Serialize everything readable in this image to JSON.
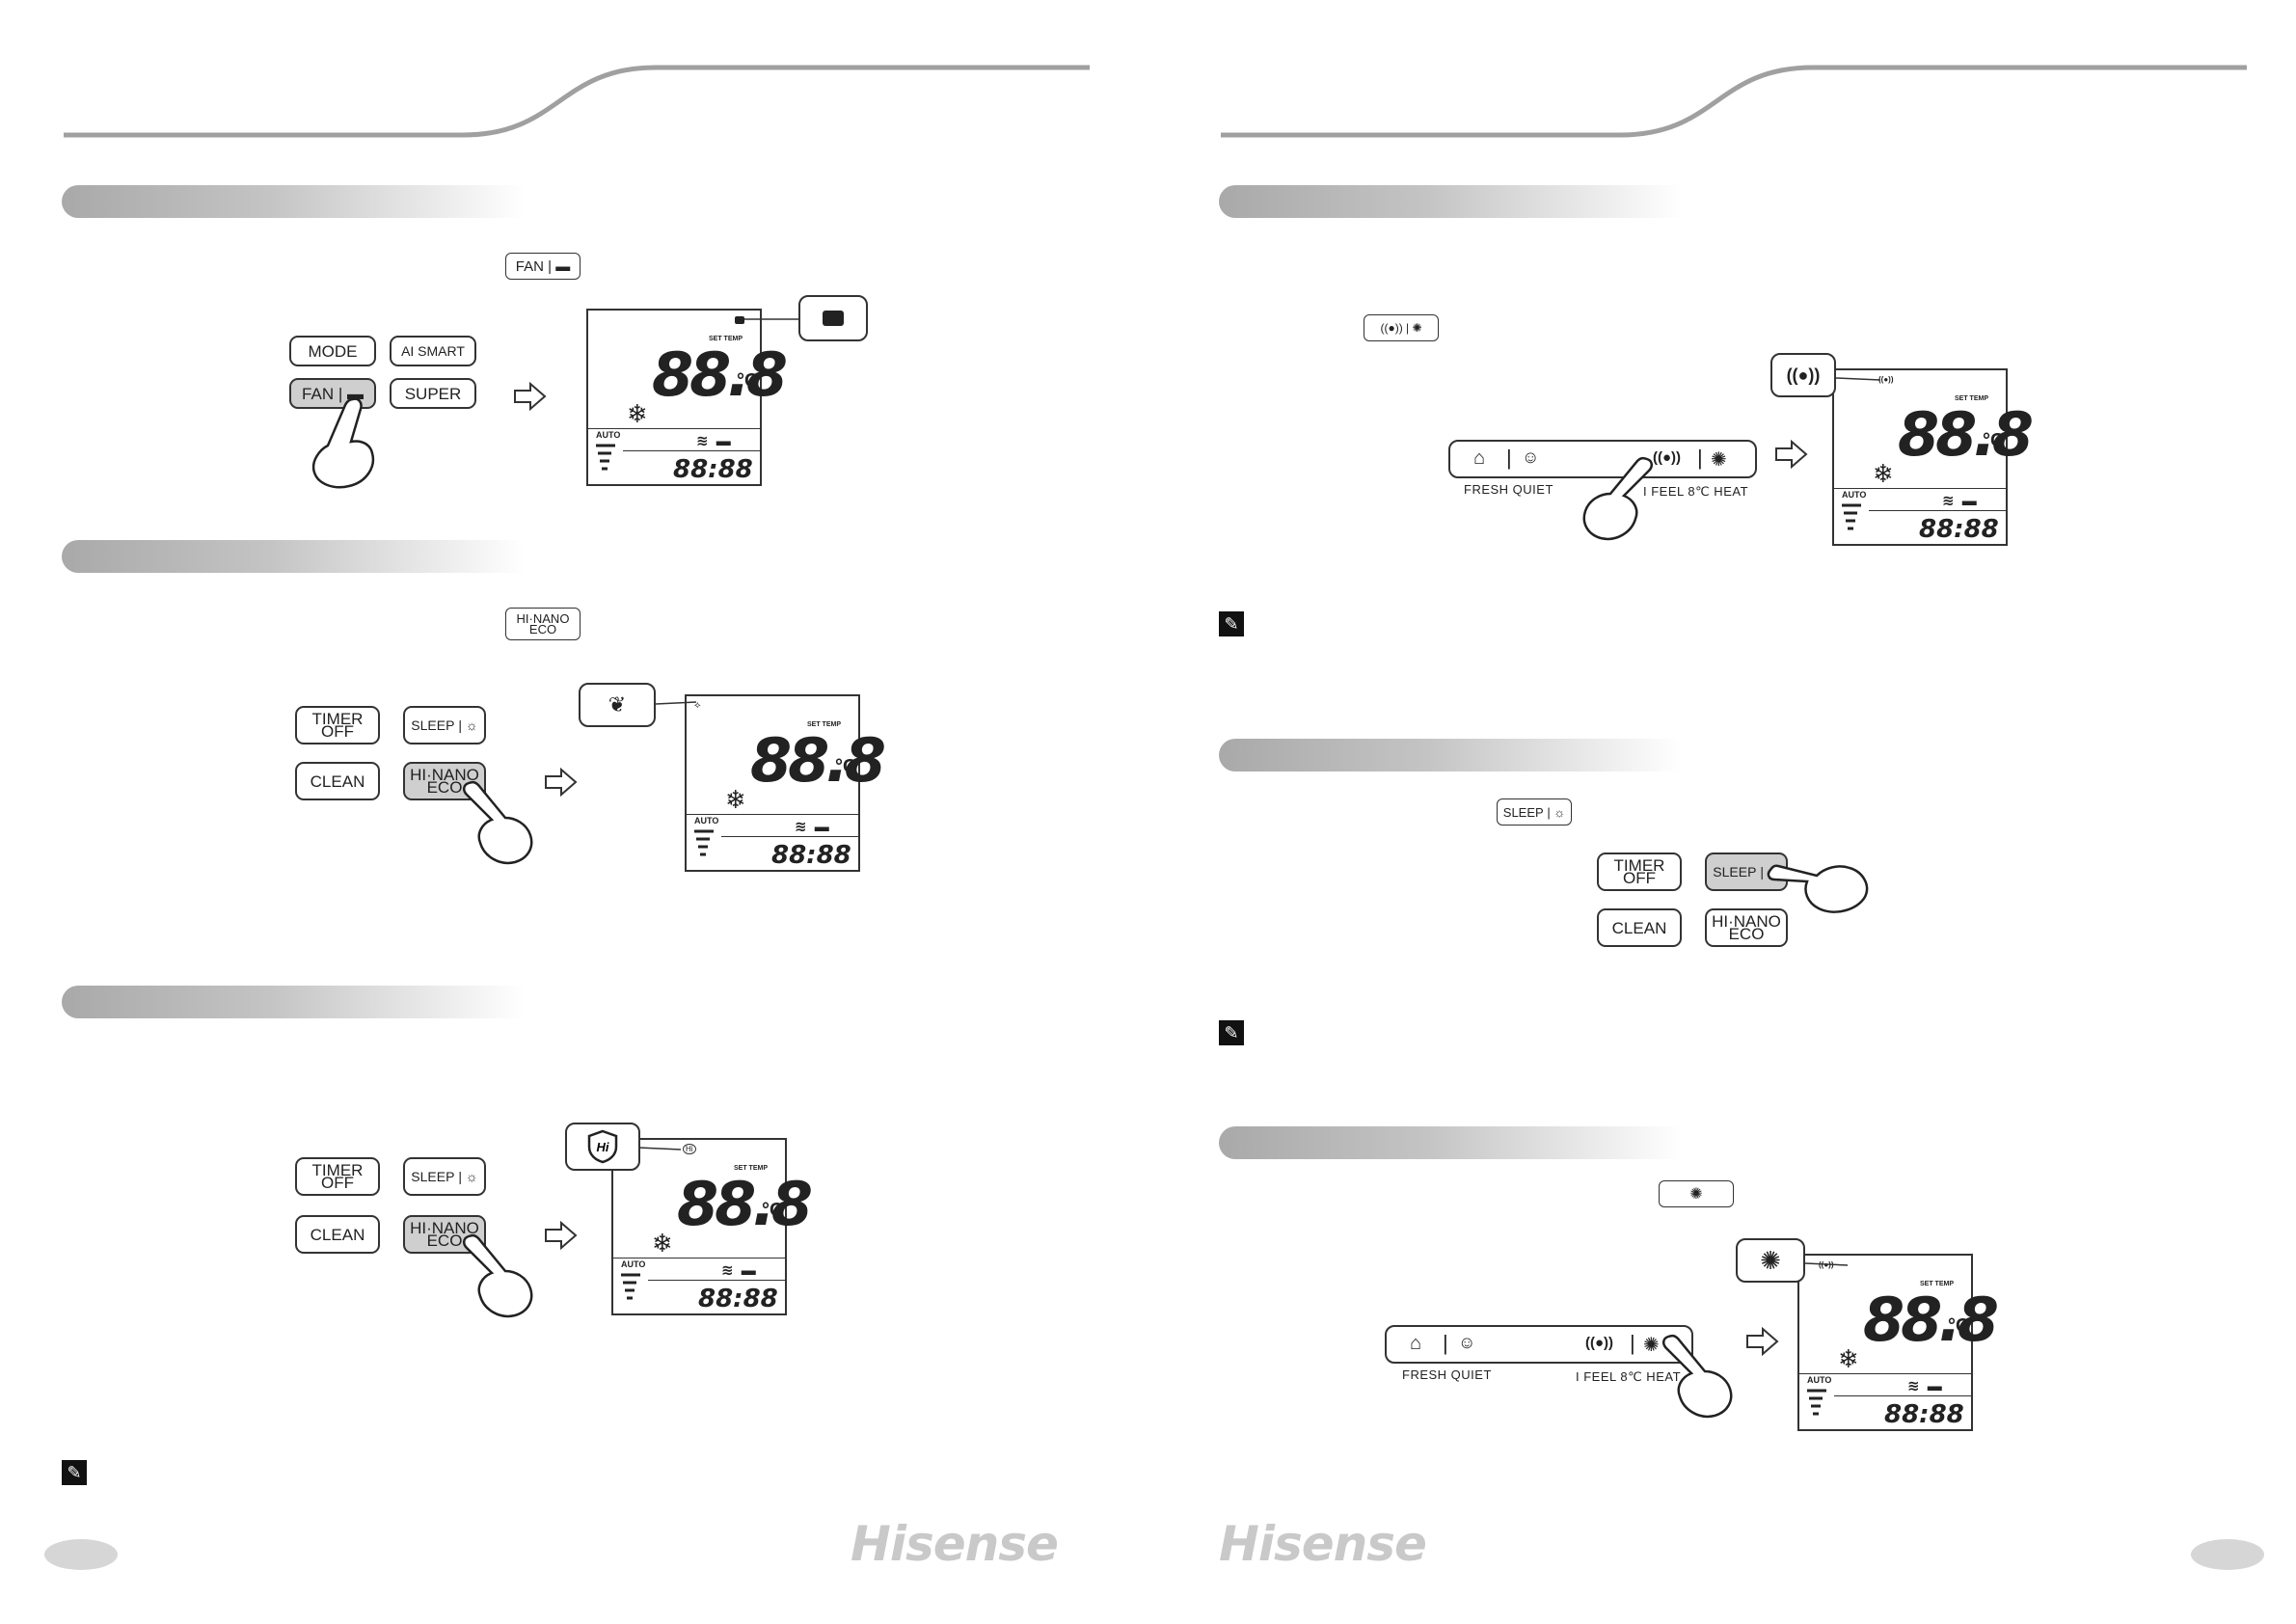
{
  "left": {
    "fan_section": {
      "ref_button": "FAN | ▬",
      "buttons": {
        "mode": "MODE",
        "ai_smart": "AI SMART",
        "fan": "FAN | ▬",
        "super": "SUPER"
      },
      "lcd": {
        "set_temp": "SET TEMP",
        "digits": "88.8",
        "unit": "°C",
        "auto": "AUTO",
        "timer": "88:88"
      }
    },
    "eco_section": {
      "ref_button_top": "HI·NANO",
      "ref_button_bottom": "ECO",
      "buttons": {
        "timer_top": "TIMER",
        "timer_bottom": "OFF",
        "sleep": "SLEEP",
        "clean": "CLEAN",
        "hinano_top": "HI·NANO",
        "hinano_bottom": "ECO"
      },
      "lcd": {
        "set_temp": "SET TEMP",
        "digits": "88.8",
        "unit": "°C",
        "auto": "AUTO",
        "timer": "88:88"
      }
    },
    "hinano_section": {
      "buttons": {
        "timer_top": "TIMER",
        "timer_bottom": "OFF",
        "sleep": "SLEEP",
        "clean": "CLEAN",
        "hinano_top": "HI·NANO",
        "hinano_bottom": "ECO"
      },
      "callout": "Hi",
      "lcd": {
        "set_temp": "SET TEMP",
        "digits": "88.8",
        "unit": "°C",
        "auto": "AUTO",
        "timer": "88:88"
      }
    },
    "logo": "Hisense"
  },
  "right": {
    "ifeel_section": {
      "panel_left_label": "FRESH QUIET",
      "panel_right_label": "I FEEL 8℃ HEAT",
      "lcd": {
        "set_temp": "SET TEMP",
        "digits": "88.8",
        "unit": "°C",
        "auto": "AUTO",
        "timer": "88:88"
      }
    },
    "sleep_section": {
      "ref_button": "SLEEP",
      "buttons": {
        "timer_top": "TIMER",
        "timer_bottom": "OFF",
        "sleep": "SLEEP",
        "clean": "CLEAN",
        "hinano_top": "HI·NANO",
        "hinano_bottom": "ECO"
      }
    },
    "heat8_section": {
      "panel_left_label": "FRESH QUIET",
      "panel_right_label": "I FEEL 8℃ HEAT",
      "lcd": {
        "set_temp": "SET TEMP",
        "digits": "88.8",
        "unit": "°C",
        "auto": "AUTO",
        "timer": "88:88"
      }
    },
    "logo": "Hisense"
  }
}
